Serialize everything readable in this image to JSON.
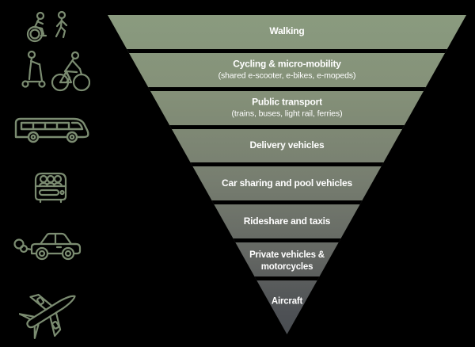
{
  "diagram": {
    "type": "inverted-pyramid",
    "levels": [
      {
        "label": "Walking",
        "sublabel": ""
      },
      {
        "label": "Cycling & micro-mobility",
        "sublabel": "(shared e-scooter, e-bikes, e-mopeds)"
      },
      {
        "label": "Public transport",
        "sublabel": "(trains, buses, light rail, ferries)"
      },
      {
        "label": "Delivery vehicles",
        "sublabel": ""
      },
      {
        "label": "Car sharing and pool vehicles",
        "sublabel": ""
      },
      {
        "label": "Rideshare and taxis",
        "sublabel": ""
      },
      {
        "label": "Private vehicles & motorcycles",
        "sublabel": ""
      },
      {
        "label": "Aircraft",
        "sublabel": ""
      }
    ],
    "icons": [
      {
        "name": "wheelchair-and-pedestrian-icon"
      },
      {
        "name": "scooter-and-cyclist-icon"
      },
      {
        "name": "bus-icon"
      },
      {
        "name": "carpool-vehicle-icon"
      },
      {
        "name": "car-with-exhaust-icon"
      },
      {
        "name": "airplane-icon"
      }
    ],
    "colors": {
      "background": "#000000",
      "band_top": "#8a9b7f",
      "band_bottom": "#4a4e52",
      "divider": "#000000",
      "text": "#ffffff",
      "icon_stroke": "#7b8c71"
    }
  }
}
